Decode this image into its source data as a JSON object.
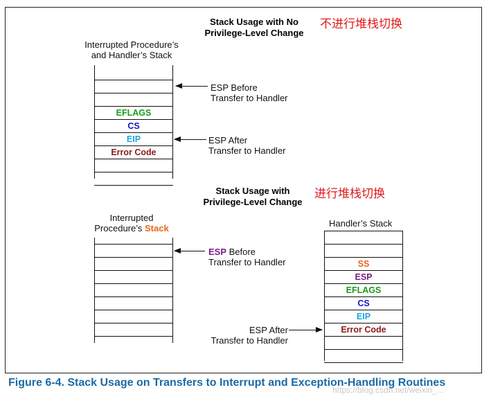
{
  "top": {
    "title_line1": "Stack Usage with No",
    "title_line2": "Privilege-Level Change",
    "cn_note": "不进行堆栈切换",
    "stack_label_line1": "Interrupted Procedure’s",
    "stack_label_line2": "and Handler’s Stack",
    "rows": [
      "",
      "",
      "EFLAGS",
      "CS",
      "EIP",
      "Error Code",
      "",
      ""
    ],
    "esp_before_line1": "ESP Before",
    "esp_before_line2": "Transfer to Handler",
    "esp_after_line1": "ESP After",
    "esp_after_line2": "Transfer to Handler"
  },
  "bottom": {
    "title_line1": "Stack Usage with",
    "title_line2": "Privilege-Level Change",
    "cn_note": "进行堆栈切换",
    "left_label_line1": "Interrupted",
    "left_label_prefix": "Procedure’s ",
    "left_label_highlight": "Stack",
    "left_rows": [
      "",
      "",
      "",
      "",
      "",
      "",
      ""
    ],
    "esp_before_word": "ESP",
    "esp_before_rest": " Before",
    "esp_before_line2": "Transfer to Handler",
    "right_label": "Handler’s Stack",
    "right_rows": [
      "",
      "",
      "SS",
      "ESP",
      "EFLAGS",
      "CS",
      "EIP",
      "Error Code",
      "",
      ""
    ],
    "esp_after_line1": "ESP After",
    "esp_after_line2": "Transfer to Handler"
  },
  "caption": "Figure 6-4.  Stack Usage on Transfers to Interrupt and Exception-Handling Routines",
  "watermark": "https://blog.csdn.net/weixin_...",
  "colors": {
    "EFLAGS": "#1a9a1a",
    "CS": "#1414c8",
    "EIP": "#1aa6dc",
    "Error Code": "#8b1a1a",
    "SS": "#e8641e",
    "ESP": "#7a1a8a",
    "Stack": "#e8641e",
    "cn_note": "#e0191b",
    "caption": "#1b6aa5"
  }
}
